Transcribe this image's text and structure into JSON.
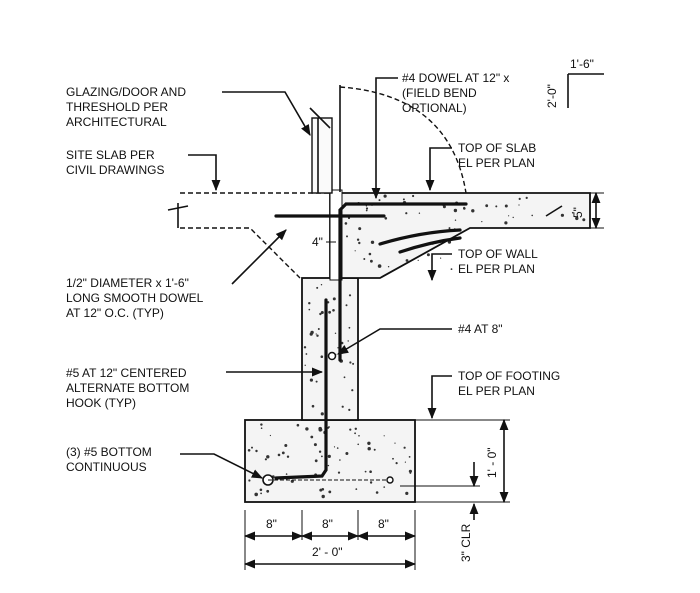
{
  "labels": {
    "glazing": [
      "GLAZING/DOOR AND",
      "THRESHOLD PER",
      "ARCHITECTURAL"
    ],
    "site_slab": [
      "SITE SLAB PER",
      "CIVIL DRAWINGS"
    ],
    "dowel_smooth": [
      "1/2\" DIAMETER x 1'-6\"",
      "LONG SMOOTH DOWEL",
      "AT 12\" O.C. (TYP)"
    ],
    "alt_hook": [
      "#5 AT 12\" CENTERED",
      "ALTERNATE BOTTOM",
      "HOOK (TYP)"
    ],
    "bottom_cont": [
      "(3) #5 BOTTOM",
      "CONTINUOUS"
    ],
    "dowel_4": [
      "#4 DOWEL AT 12\" x",
      "(FIELD BEND",
      "OPTIONAL)"
    ],
    "top_slab": [
      "TOP OF SLAB",
      "EL PER PLAN"
    ],
    "top_wall": [
      "TOP OF WALL",
      "EL PER PLAN"
    ],
    "bar_4": [
      "#4 AT 8\""
    ],
    "top_footing": [
      "TOP OF FOOTING",
      "EL PER PLAN"
    ]
  },
  "dims": {
    "bend_h": "1'-6\"",
    "bend_v": "2'-0\"",
    "slab_thk": "5\"",
    "dowel_4in": "4\"",
    "footing_depth": "1' - 0\"",
    "clr": "3\" CLR",
    "seg1": "8\"",
    "seg2": "8\"",
    "seg3": "8\"",
    "footing_w": "2' - 0\""
  }
}
